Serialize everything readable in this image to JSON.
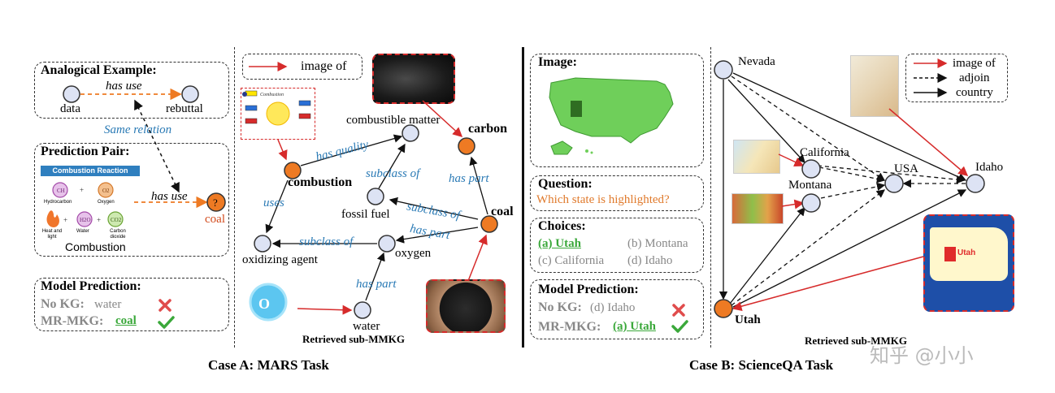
{
  "caseA": {
    "caption": "Case A: MARS Task",
    "analogical": {
      "title": "Analogical Example:",
      "edge": "has use",
      "left": "data",
      "right": "rebuttal"
    },
    "same_relation": "Same relation",
    "prediction": {
      "title": "Prediction Pair:",
      "banner": "Combustion Reaction",
      "chem": [
        "Hydrocarbon",
        "Oxygen",
        "Heat and light",
        "Water",
        "Carbon dioxide"
      ],
      "subject": "Combustion",
      "edge": "has use",
      "answer": "coal"
    },
    "model": {
      "title": "Model Prediction:",
      "nokg_label": "No KG:",
      "nokg_value": "water",
      "mr_label": "MR-MKG:",
      "mr_value": "coal"
    },
    "legend": "image of",
    "graph_nodes": {
      "combustible": "combustible matter",
      "carbon": "carbon",
      "combustion": "combustion",
      "fossil": "fossil fuel",
      "coal": "coal",
      "oxidizing": "oxidizing agent",
      "oxygen": "oxygen",
      "water": "water"
    },
    "graph_edges": {
      "has_quality": "has quality",
      "subclass1": "subclass of",
      "uses": "uses",
      "has_part1": "has part",
      "subclass2": "subclass of",
      "has_part2": "has part",
      "subclass3": "subclass of",
      "has_part3": "has part"
    },
    "retrieved": "Retrieved sub-MMKG"
  },
  "caseB": {
    "caption": "Case B: ScienceQA Task",
    "image_title": "Image:",
    "question_title": "Question:",
    "question": "Which state is highlighted?",
    "choices_title": "Choices:",
    "choices": [
      "(a) Utah",
      "(b) Montana",
      "(c) California",
      "(d) Idaho"
    ],
    "model": {
      "title": "Model Prediction:",
      "nokg_label": "No KG:",
      "nokg_value": "(d) Idaho",
      "mr_label": "MR-MKG:",
      "mr_value": "(a) Utah"
    },
    "legend": [
      "image of",
      "adjoin",
      "country"
    ],
    "nodes": {
      "nevada": "Nevada",
      "california": "California",
      "montana": "Montana",
      "usa": "USA",
      "idaho": "Idaho",
      "utah": "Utah"
    },
    "map_label": "Utah",
    "retrieved": "Retrieved sub-MMKG"
  },
  "watermark": "知乎 @小小",
  "colors": {
    "node_fill": "#dde3f4",
    "node_orange": "#ee7a23",
    "edge_blue": "#2a7ab5",
    "red": "#d62b2b",
    "green": "#3aa83a"
  }
}
